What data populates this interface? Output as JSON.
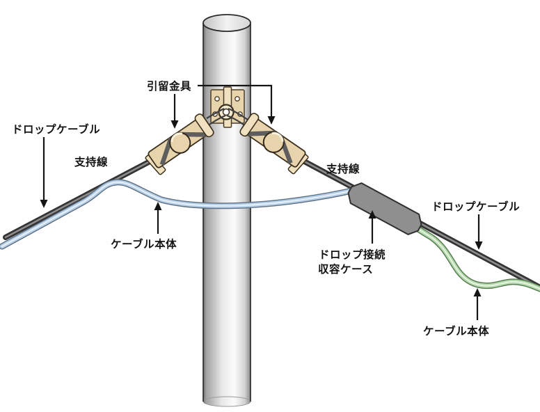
{
  "labels": {
    "anchor_fitting": "引留金具",
    "left": {
      "drop_cable": "ドロップケーブル",
      "support_wire": "支持線",
      "cable_body": "ケーブル本体"
    },
    "right": {
      "support_wire": "支持線",
      "drop_cable": "ドロップケーブル",
      "connection_case_line1": "ドロップ接続",
      "connection_case_line2": "収容ケース",
      "cable_body": "ケーブル本体"
    }
  },
  "colors": {
    "background": "#ffffff",
    "outline": "#141414",
    "pole_edge": "#2a2a2a",
    "support_wire_dark": "#333333",
    "support_wire_core": "#8d8d8d",
    "cable_body_blue": "#b4cfe8",
    "cable_body_blue_core": "#e6eff8",
    "cable_body_blue_edge": "#5f6e80",
    "cable_body_green": "#b2d8ab",
    "cable_body_green_core": "#e4f2de",
    "cable_body_green_edge": "#55784f",
    "clamp_tan": "#e8d4ac",
    "clamp_tan_light": "#f0e2c0",
    "case_gray": "#8f8f8f"
  }
}
